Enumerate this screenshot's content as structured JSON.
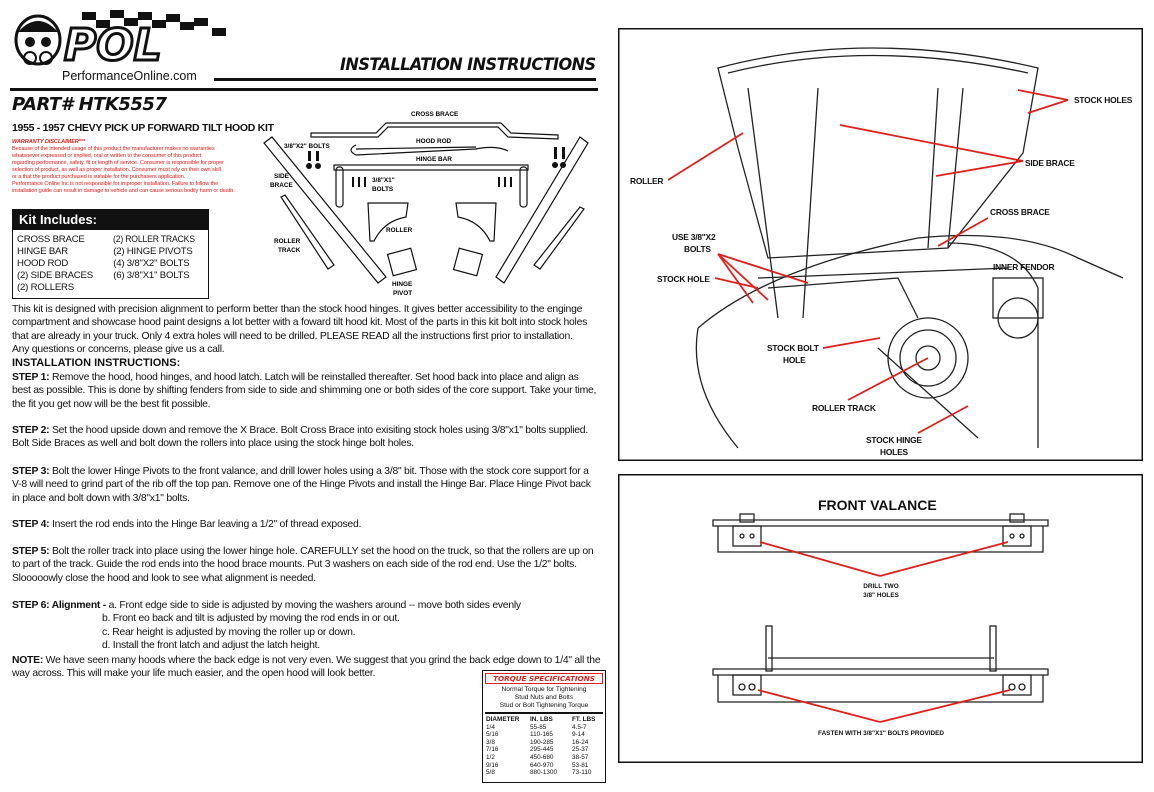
{
  "header": {
    "logo_text": "POL",
    "website": "PerformanceOnline.com",
    "doc_title": "INSTALLATION INSTRUCTIONS",
    "part_number": "PART# HTK5557",
    "product_title": "1955 - 1957 CHEVY PICK UP FORWARD TILT HOOD KIT"
  },
  "disclaimer": {
    "title": "WARRANTY DISCLAIMER***",
    "lines": [
      "Because of the intended usage of this product the manufacturer makes no warranties",
      "whatsoever expressed or implied, oral or written to the consumer of this product",
      "regarding performance, safety, fit or length of service. Consumer is responsible for proper",
      "selection of product, as well as proper installation. Consumer must rely on their own skill",
      "or a that the product purchased is suitable for the purchasers application.",
      "Performance Online Inc is not responsible for improper installation. Failure to follow the",
      "installation guide can result in damage to vehicle and can cause serious bodily harm or death."
    ]
  },
  "kit": {
    "title": "Kit Includes:",
    "col1": [
      "CROSS BRACE",
      "HINGE BAR",
      "HOOD ROD",
      "(2) SIDE BRACES",
      "(2) ROLLERS"
    ],
    "col2": [
      "(2) ROLLER TRACKS",
      "(2) HINGE PIVOTS",
      "(4) 3/8\"X2\" BOLTS",
      "(6) 3/8\"X1\" BOLTS"
    ]
  },
  "parts_diagram": {
    "cross_brace": "CROSS BRACE",
    "hood_rod": "HOOD ROD",
    "hinge_bar": "HINGE BAR",
    "bolts_2": "3/8\"X2\" BOLTS",
    "side_brace": [
      "SIDE",
      "BRACE"
    ],
    "bolts_1": [
      "3/8\"X1\"",
      "BOLTS"
    ],
    "roller": "ROLLER",
    "roller_track": [
      "ROLLER",
      "TRACK"
    ],
    "hinge_pivot": [
      "HINGE",
      "PIVOT"
    ]
  },
  "intro": [
    "This kit is designed with precision alignment to perform better than the stock hood hinges. It gives better accessibility to the enginge",
    "compartment and showcase hood paint designs a lot better with a foward tilt hood kit. Most of the parts in this kit bolt into stock holes",
    "that are already in your truck. Only 4 extra holes will need to be drilled. PLEASE READ all the instructions first prior to installation.",
    "Any questions or concerns, please give us a call."
  ],
  "instructions_heading": "INSTALLATION INSTRUCTIONS:",
  "steps": [
    {
      "label": "STEP 1:",
      "lines": [
        "Remove the hood, hood hinges, and hood latch. Latch will be reinstalled thereafter. Set hood back into place and align as",
        "best as possible. This is done by shifting fenders from side to side and shimming one or both sides of the core support. Take your time,",
        "the fit you get now will be the best fit possible."
      ]
    },
    {
      "label": "STEP 2:",
      "lines": [
        "Set the hood upside down and remove the X Brace. Bolt Cross Brace into exisiting stock holes using 3/8\"x1\" bolts supplied.",
        "Bolt Side Braces as well and bolt down the rollers into place using the stock hinge bolt holes."
      ]
    },
    {
      "label": "STEP 3:",
      "lines": [
        "Bolt the lower Hinge Pivots to the front valance, and drill lower holes using a 3/8\" bit. Those with the stock core support for a",
        "V-8 will need to grind part of the rib off the top pan. Remove one of the Hinge Pivots and install the Hinge Bar. Place Hinge Pivot back",
        "in place and bolt down with 3/8\"x1\" bolts."
      ]
    },
    {
      "label": "STEP 4:",
      "lines": [
        "Insert the rod ends into the Hinge Bar leaving a 1/2\" of thread exposed."
      ]
    },
    {
      "label": "STEP 5:",
      "lines": [
        "Bolt the roller track into place using the lower hinge hole. CAREFULLY set the hood on the truck, so that the rollers are up on",
        "to part of the track. Guide the rod ends into the hood brace mounts. Put 3 washers on each side of the rod end. Use the 1/2\" bolts.",
        "Slooooowly close the hood and look to see what alignment is needed."
      ]
    },
    {
      "label": "STEP 6: Alignment -",
      "lines": [
        "a. Front edge side to side is adjusted by moving the washers around -- move both sides evenly",
        "b. Front eo back and tilt is adjusted by moving the rod ends in or out.",
        "c. Rear height is adjusted by moving the roller up or down.",
        "d. Install the front latch and adjust the latch height."
      ]
    }
  ],
  "note": {
    "label": "NOTE:",
    "lines": [
      "We have seen many hoods where the back edge is not very even. We suggest that you grind the back edge down to 1/4\" all the",
      "way across. This will make your life much easier, and the open hood will look better."
    ]
  },
  "torque": {
    "title": "TORQUE SPECIFICATIONS",
    "subtitle": [
      "Normal Torque for Tightening",
      "Stud Nuts and Bolts",
      "Stud or Bolt Tightening Torque"
    ],
    "headers": [
      "DIAMETER",
      "IN. LBS",
      "FT. LBS"
    ],
    "rows": [
      [
        "1/4",
        "55-85",
        "4.5-7"
      ],
      [
        "5/16",
        "110-165",
        "9-14"
      ],
      [
        "3/8",
        "190-285",
        "16-24"
      ],
      [
        "7/16",
        "295-445",
        "25-37"
      ],
      [
        "1/2",
        "450-680",
        "38-57"
      ],
      [
        "9/16",
        "640-970",
        "53-81"
      ],
      [
        "5/8",
        "880-1300",
        "73-110"
      ]
    ]
  },
  "engine_figure": {
    "stock_holes": "STOCK HOLES",
    "side_brace": "SIDE BRACE",
    "roller": "ROLLER",
    "cross_brace": "CROSS BRACE",
    "use_bolts": [
      "USE 3/8\"X2",
      "BOLTS"
    ],
    "stock_hole": "STOCK HOLE",
    "inner_fender": "INNER FENDOR",
    "stock_bolt_hole": [
      "STOCK BOLT",
      "HOLE"
    ],
    "roller_track": "ROLLER TRACK",
    "stock_hinge_holes": [
      "STOCK HINGE",
      "HOLES"
    ]
  },
  "valance_figure": {
    "title": "FRONT VALANCE",
    "drill": [
      "DRILL TWO",
      "3/8\" HOLES"
    ],
    "fasten": "FASTEN WITH 3/8\"X1\" BOLTS PROVIDED"
  },
  "colors": {
    "accent_red": "#e0201c",
    "ink": "#111111"
  }
}
